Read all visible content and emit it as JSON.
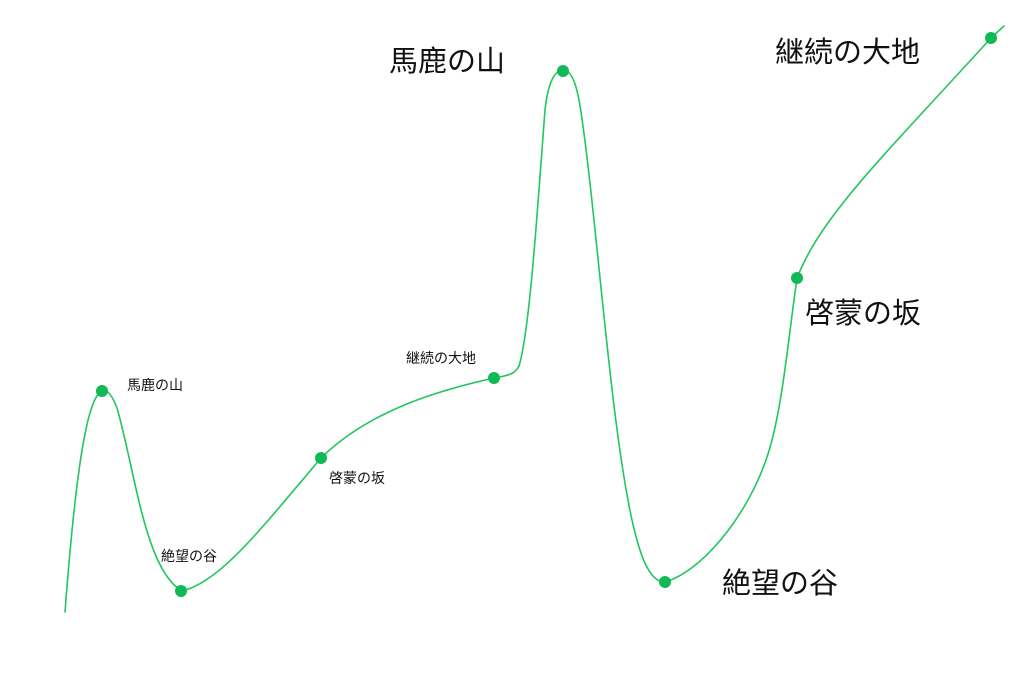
{
  "colors": {
    "curve": "#22c55e",
    "point": "#10b956",
    "text": "#111111",
    "background": "#ffffff"
  },
  "small_labels": {
    "peak": "馬鹿の山",
    "valley": "絶望の谷",
    "slope": "啓蒙の坂",
    "plateau": "継続の大地"
  },
  "large_labels": {
    "peak": "馬鹿の山",
    "valley": "絶望の谷",
    "slope": "啓蒙の坂",
    "plateau": "継続の大地"
  }
}
